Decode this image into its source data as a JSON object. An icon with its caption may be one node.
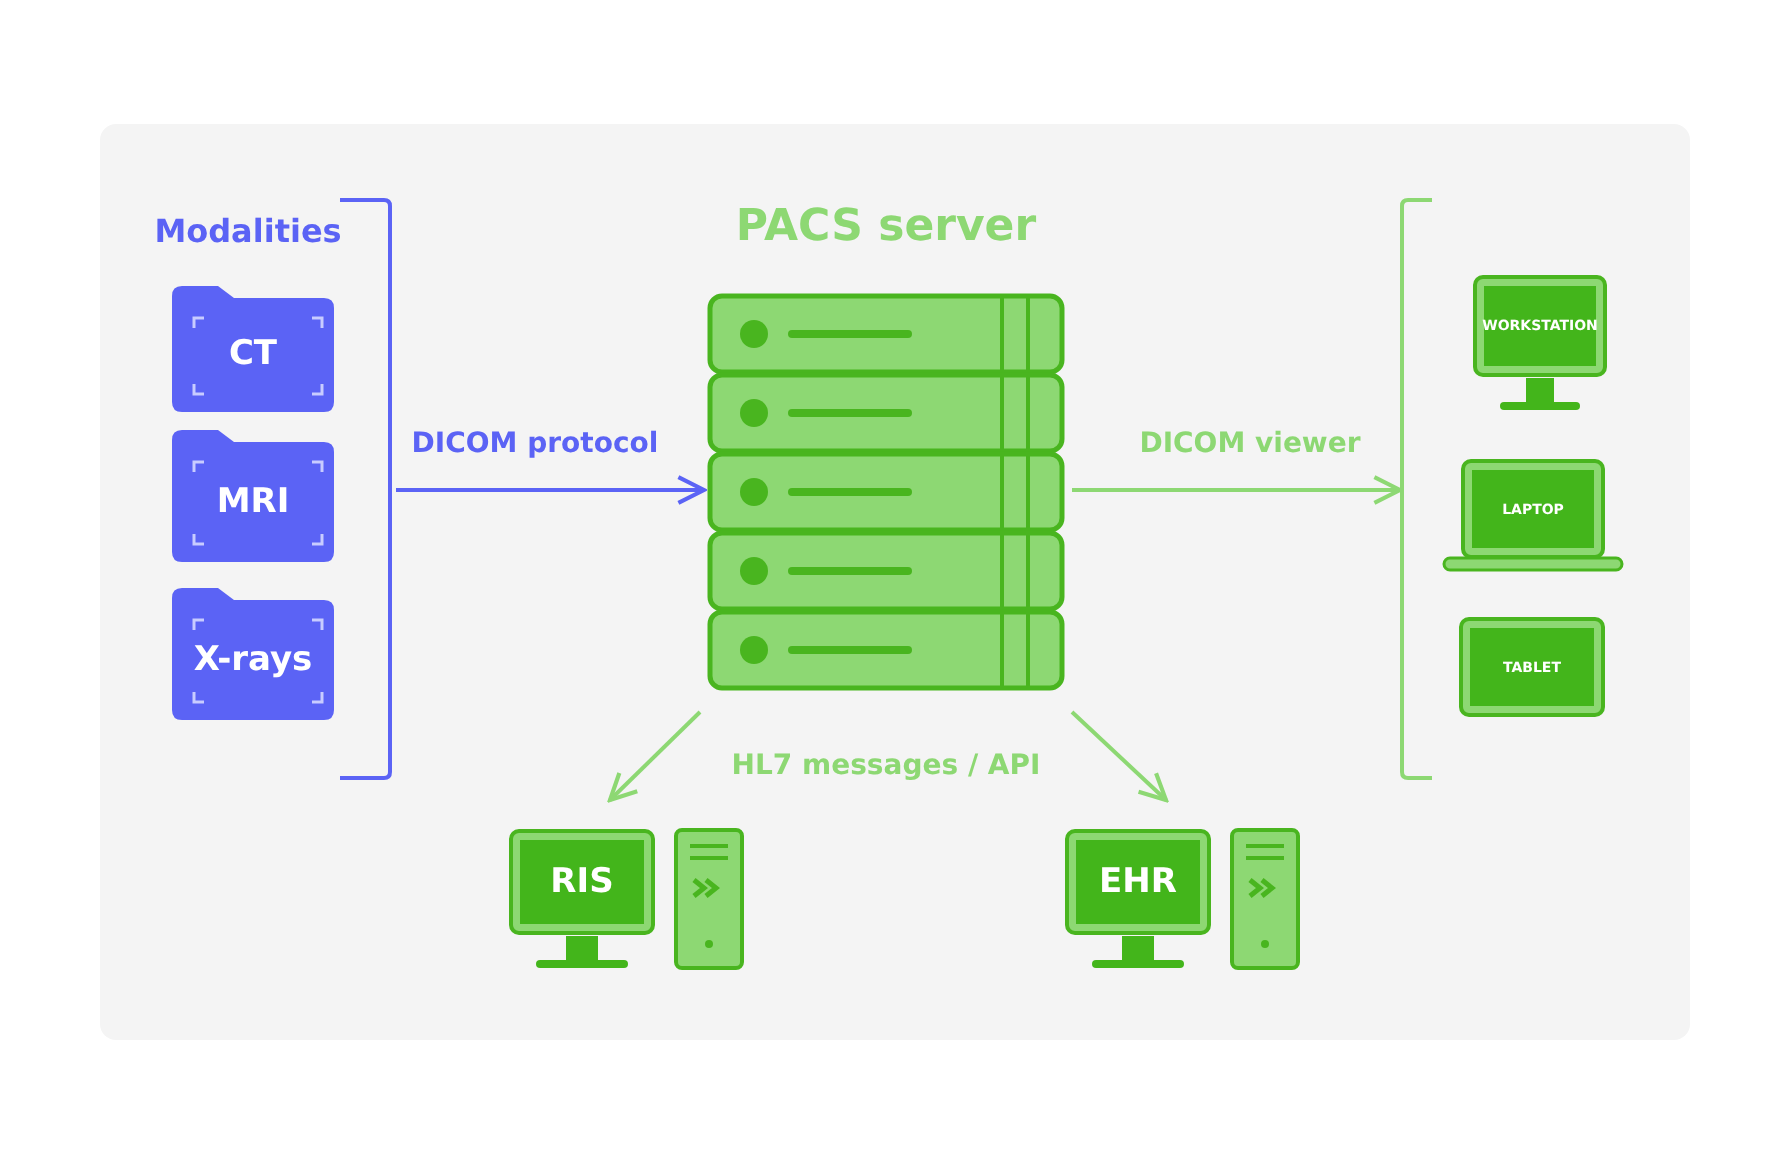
{
  "diagram": {
    "nodes": [
      {
        "text": [
          "Modalities"
        ]
      },
      {
        "text": [
          "CT"
        ],
        "in": 0
      },
      {
        "text": [
          "MRI"
        ],
        "in": 0
      },
      {
        "text": [
          "X-rays"
        ],
        "in": 0
      },
      {
        "text": [
          "PACS server"
        ]
      },
      {
        "text": [],
        "shape": "bracket"
      },
      {
        "text": [
          "WORKSTATION"
        ],
        "in": 5
      },
      {
        "text": [
          "LAPTOP"
        ],
        "in": 5
      },
      {
        "text": [
          "TABLET"
        ],
        "in": 5
      },
      {
        "text": [
          "RIS"
        ]
      },
      {
        "text": [
          "EHR"
        ]
      }
    ],
    "edges": [
      {
        "from": 0,
        "to": 4,
        "arrow": "to",
        "label": "DICOM protocol",
        "color": "#5b63f5"
      },
      {
        "from": 4,
        "to": 5,
        "arrow": "to",
        "label": "DICOM viewer"
      },
      {
        "from": 4,
        "to": 9,
        "arrow": "to"
      },
      {
        "from": 4,
        "to": 10,
        "arrow": "to"
      }
    ],
    "labels": [
      "HL7 messages / API"
    ]
  }
}
